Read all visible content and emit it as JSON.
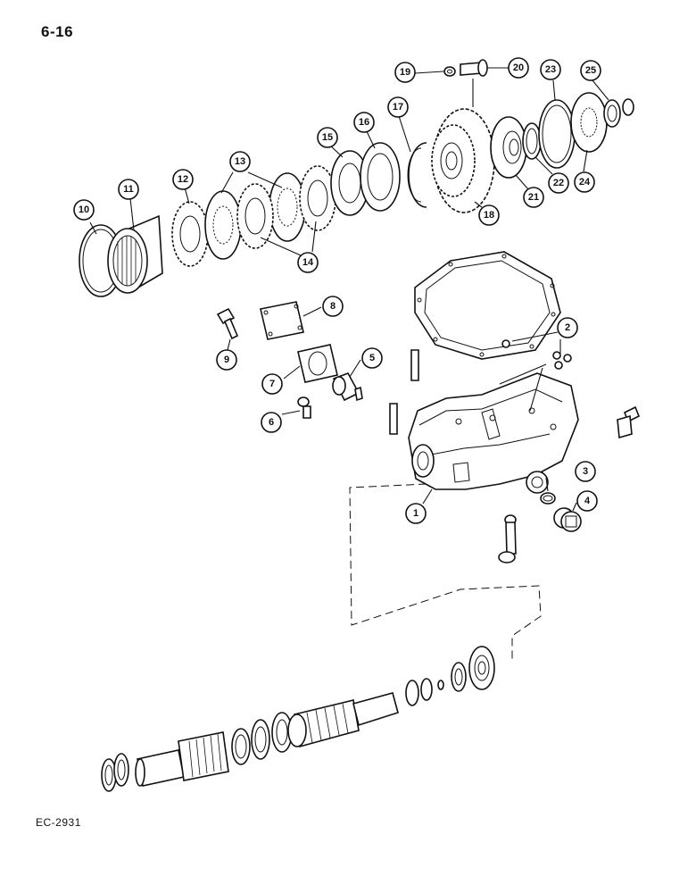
{
  "page_number": "6-16",
  "figure_code": "EC-2931",
  "callouts": [
    {
      "id": "1"
    },
    {
      "id": "2"
    },
    {
      "id": "3"
    },
    {
      "id": "4"
    },
    {
      "id": "5"
    },
    {
      "id": "6"
    },
    {
      "id": "7"
    },
    {
      "id": "8"
    },
    {
      "id": "9"
    },
    {
      "id": "10"
    },
    {
      "id": "11"
    },
    {
      "id": "12"
    },
    {
      "id": "13"
    },
    {
      "id": "14"
    },
    {
      "id": "15"
    },
    {
      "id": "16"
    },
    {
      "id": "17"
    },
    {
      "id": "18"
    },
    {
      "id": "19"
    },
    {
      "id": "20"
    },
    {
      "id": "21"
    },
    {
      "id": "22"
    },
    {
      "id": "23"
    },
    {
      "id": "24"
    },
    {
      "id": "25"
    }
  ]
}
